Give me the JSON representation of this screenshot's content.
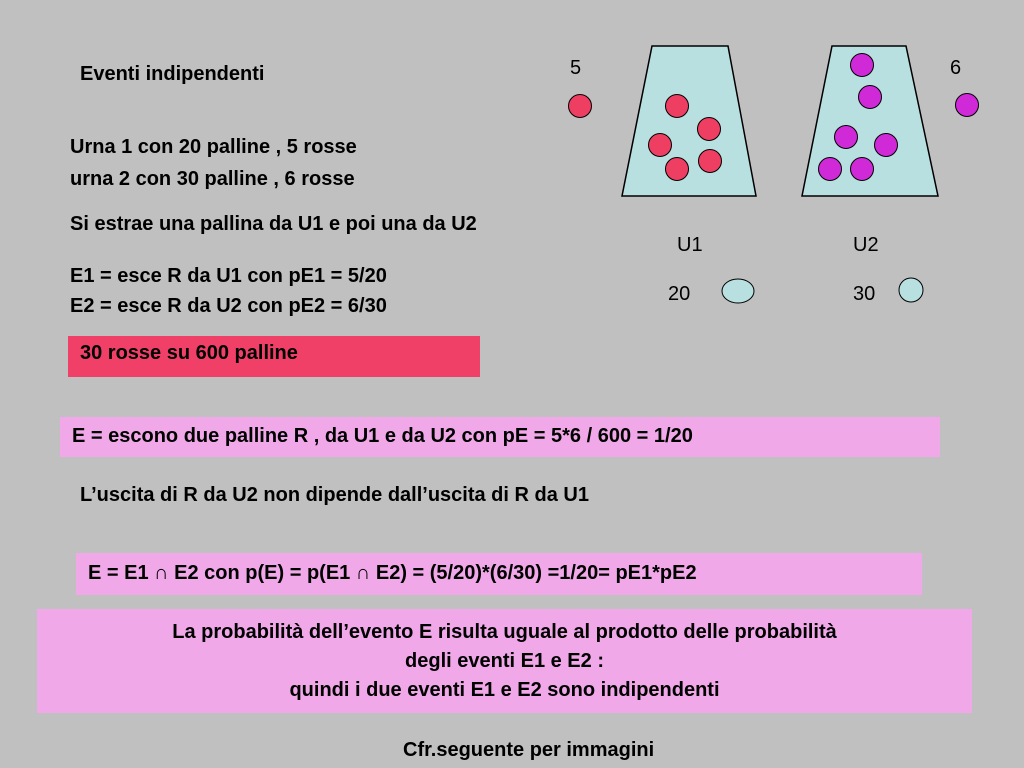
{
  "title": "Eventi indipendenti",
  "urna1_line": "Urna 1 con 20 palline , 5 rosse",
  "urna2_line": "urna 2 con 30 palline , 6 rosse",
  "estrae_line": "Si estrae una pallina da U1 e poi una da U2",
  "e1_line": "E1 = esce R da U1 con pE1 = 5/20",
  "e2_line": "E2 = esce R da U2 con pE2 = 6/30",
  "red_box_text": "30 rosse su 600 palline",
  "e_box_text": "E = escono due palline R , da U1 e da U2 con pE = 5*6 / 600 = 1/20",
  "uscita_line": "L’uscita di R da U2 non dipende dall’uscita di R da U1",
  "intersection_box_text": "E = E1  ∩  E2  con p(E) = p(E1 ∩ E2) = (5/20)*(6/30) =1/20= pE1*pE2",
  "conclusion": {
    "line1": "La probabilità dell’evento E risulta uguale al prodotto delle probabilità",
    "line2": "degli eventi E1 e E2 :",
    "line3": "quindi i due eventi E1 e E2 sono indipendenti"
  },
  "footer": "Cfr.seguente per immagini",
  "diagram": {
    "urn1": {
      "label": "U1",
      "total_label": "20",
      "red_count_label": "5"
    },
    "urn2": {
      "label": "U2",
      "total_label": "30",
      "red_count_label": "6"
    }
  },
  "colors": {
    "background": "#c0c0c0",
    "urn_fill": "#b8e0e0",
    "red_ball": "#ee3e62",
    "magenta_ball": "#d02ad8",
    "red_box": "#f04068",
    "pink_box": "#f0a8e8"
  }
}
